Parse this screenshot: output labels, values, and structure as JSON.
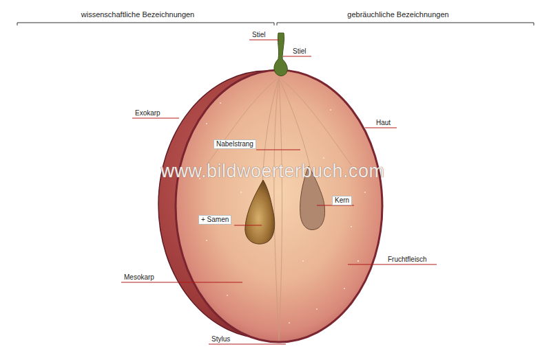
{
  "diagram": {
    "labels": [
      "wissenschaftliche Bezeichnungen",
      "gebräuchliche Bezeichnungen",
      "Stiel",
      "Stiel",
      "Exokarp",
      "Haut",
      "Nabelstrang",
      "Kern",
      "+ Samen",
      "Mesokarp",
      "Fruchtfleisch",
      "Stylus",
      "www.bildwoerterbuch.com"
    ]
  }
}
